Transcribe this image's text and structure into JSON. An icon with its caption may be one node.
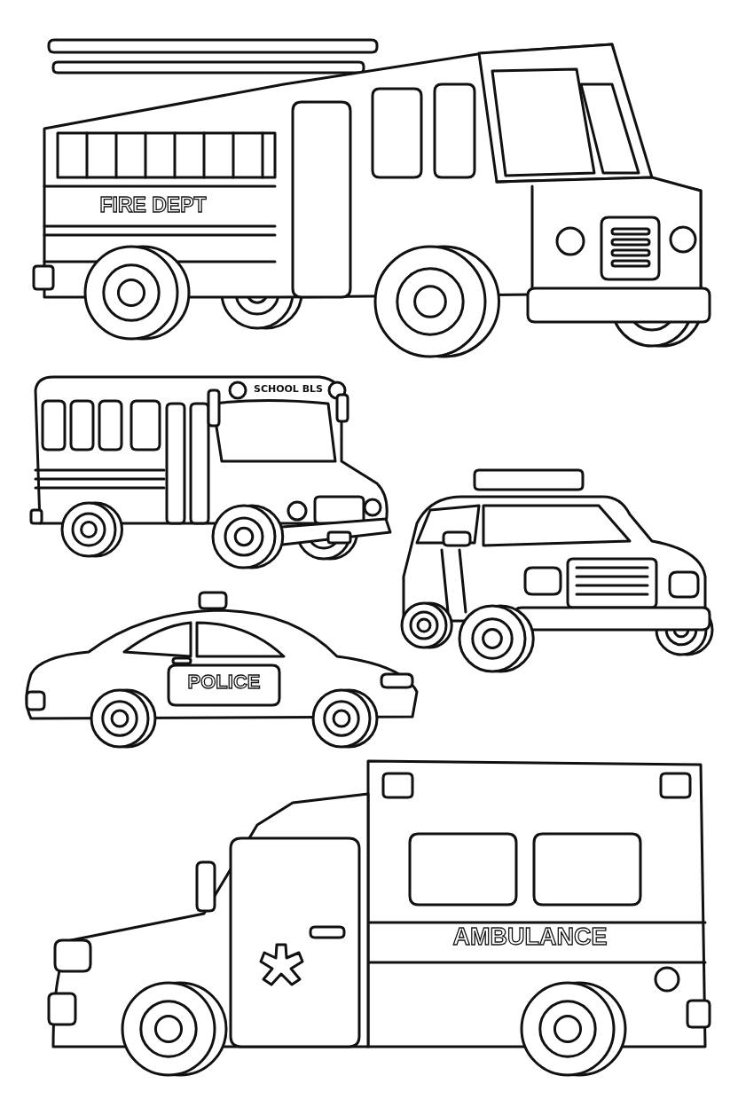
{
  "diagram": {
    "labels": [
      "FIRE DEPT",
      "SCHOOL BLS",
      "POLICE",
      "AMBULANCE"
    ]
  }
}
